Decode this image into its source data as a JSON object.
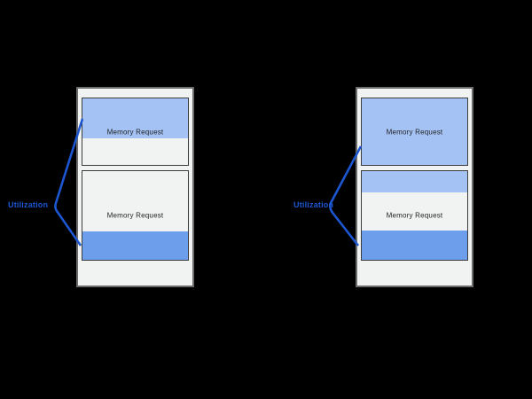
{
  "background": "#000000",
  "colors": {
    "allocated_light_blue": "#a4c2f4",
    "utilized_blue": "#6d9eeb",
    "annotation": "#1c56d0",
    "panel_fill": "#f1f2f2",
    "panel_border": "#6b6b6b",
    "request_border": "#3c3c3c",
    "label_text": "#1f1f1f"
  },
  "panels": [
    {
      "side": "left",
      "annotation_label": "Utilization",
      "requests": [
        {
          "label": "Memory Request",
          "segments": [
            {
              "color_key": "allocated_light_blue",
              "pct": 60
            },
            {
              "color_key": "panel_fill",
              "pct": 40
            }
          ]
        },
        {
          "label": "Memory Request",
          "segments": [
            {
              "color_key": "panel_fill",
              "pct": 68
            },
            {
              "color_key": "utilized_blue",
              "pct": 32
            }
          ]
        }
      ]
    },
    {
      "side": "right",
      "annotation_label": "Utilization",
      "requests": [
        {
          "label": "Memory Request",
          "segments": [
            {
              "color_key": "allocated_light_blue",
              "pct": 100
            }
          ]
        },
        {
          "label": "Memory Request",
          "segments": [
            {
              "color_key": "allocated_light_blue",
              "pct": 24
            },
            {
              "color_key": "panel_fill",
              "pct": 42.5
            },
            {
              "color_key": "utilized_blue",
              "pct": 33.5
            }
          ]
        }
      ]
    }
  ]
}
